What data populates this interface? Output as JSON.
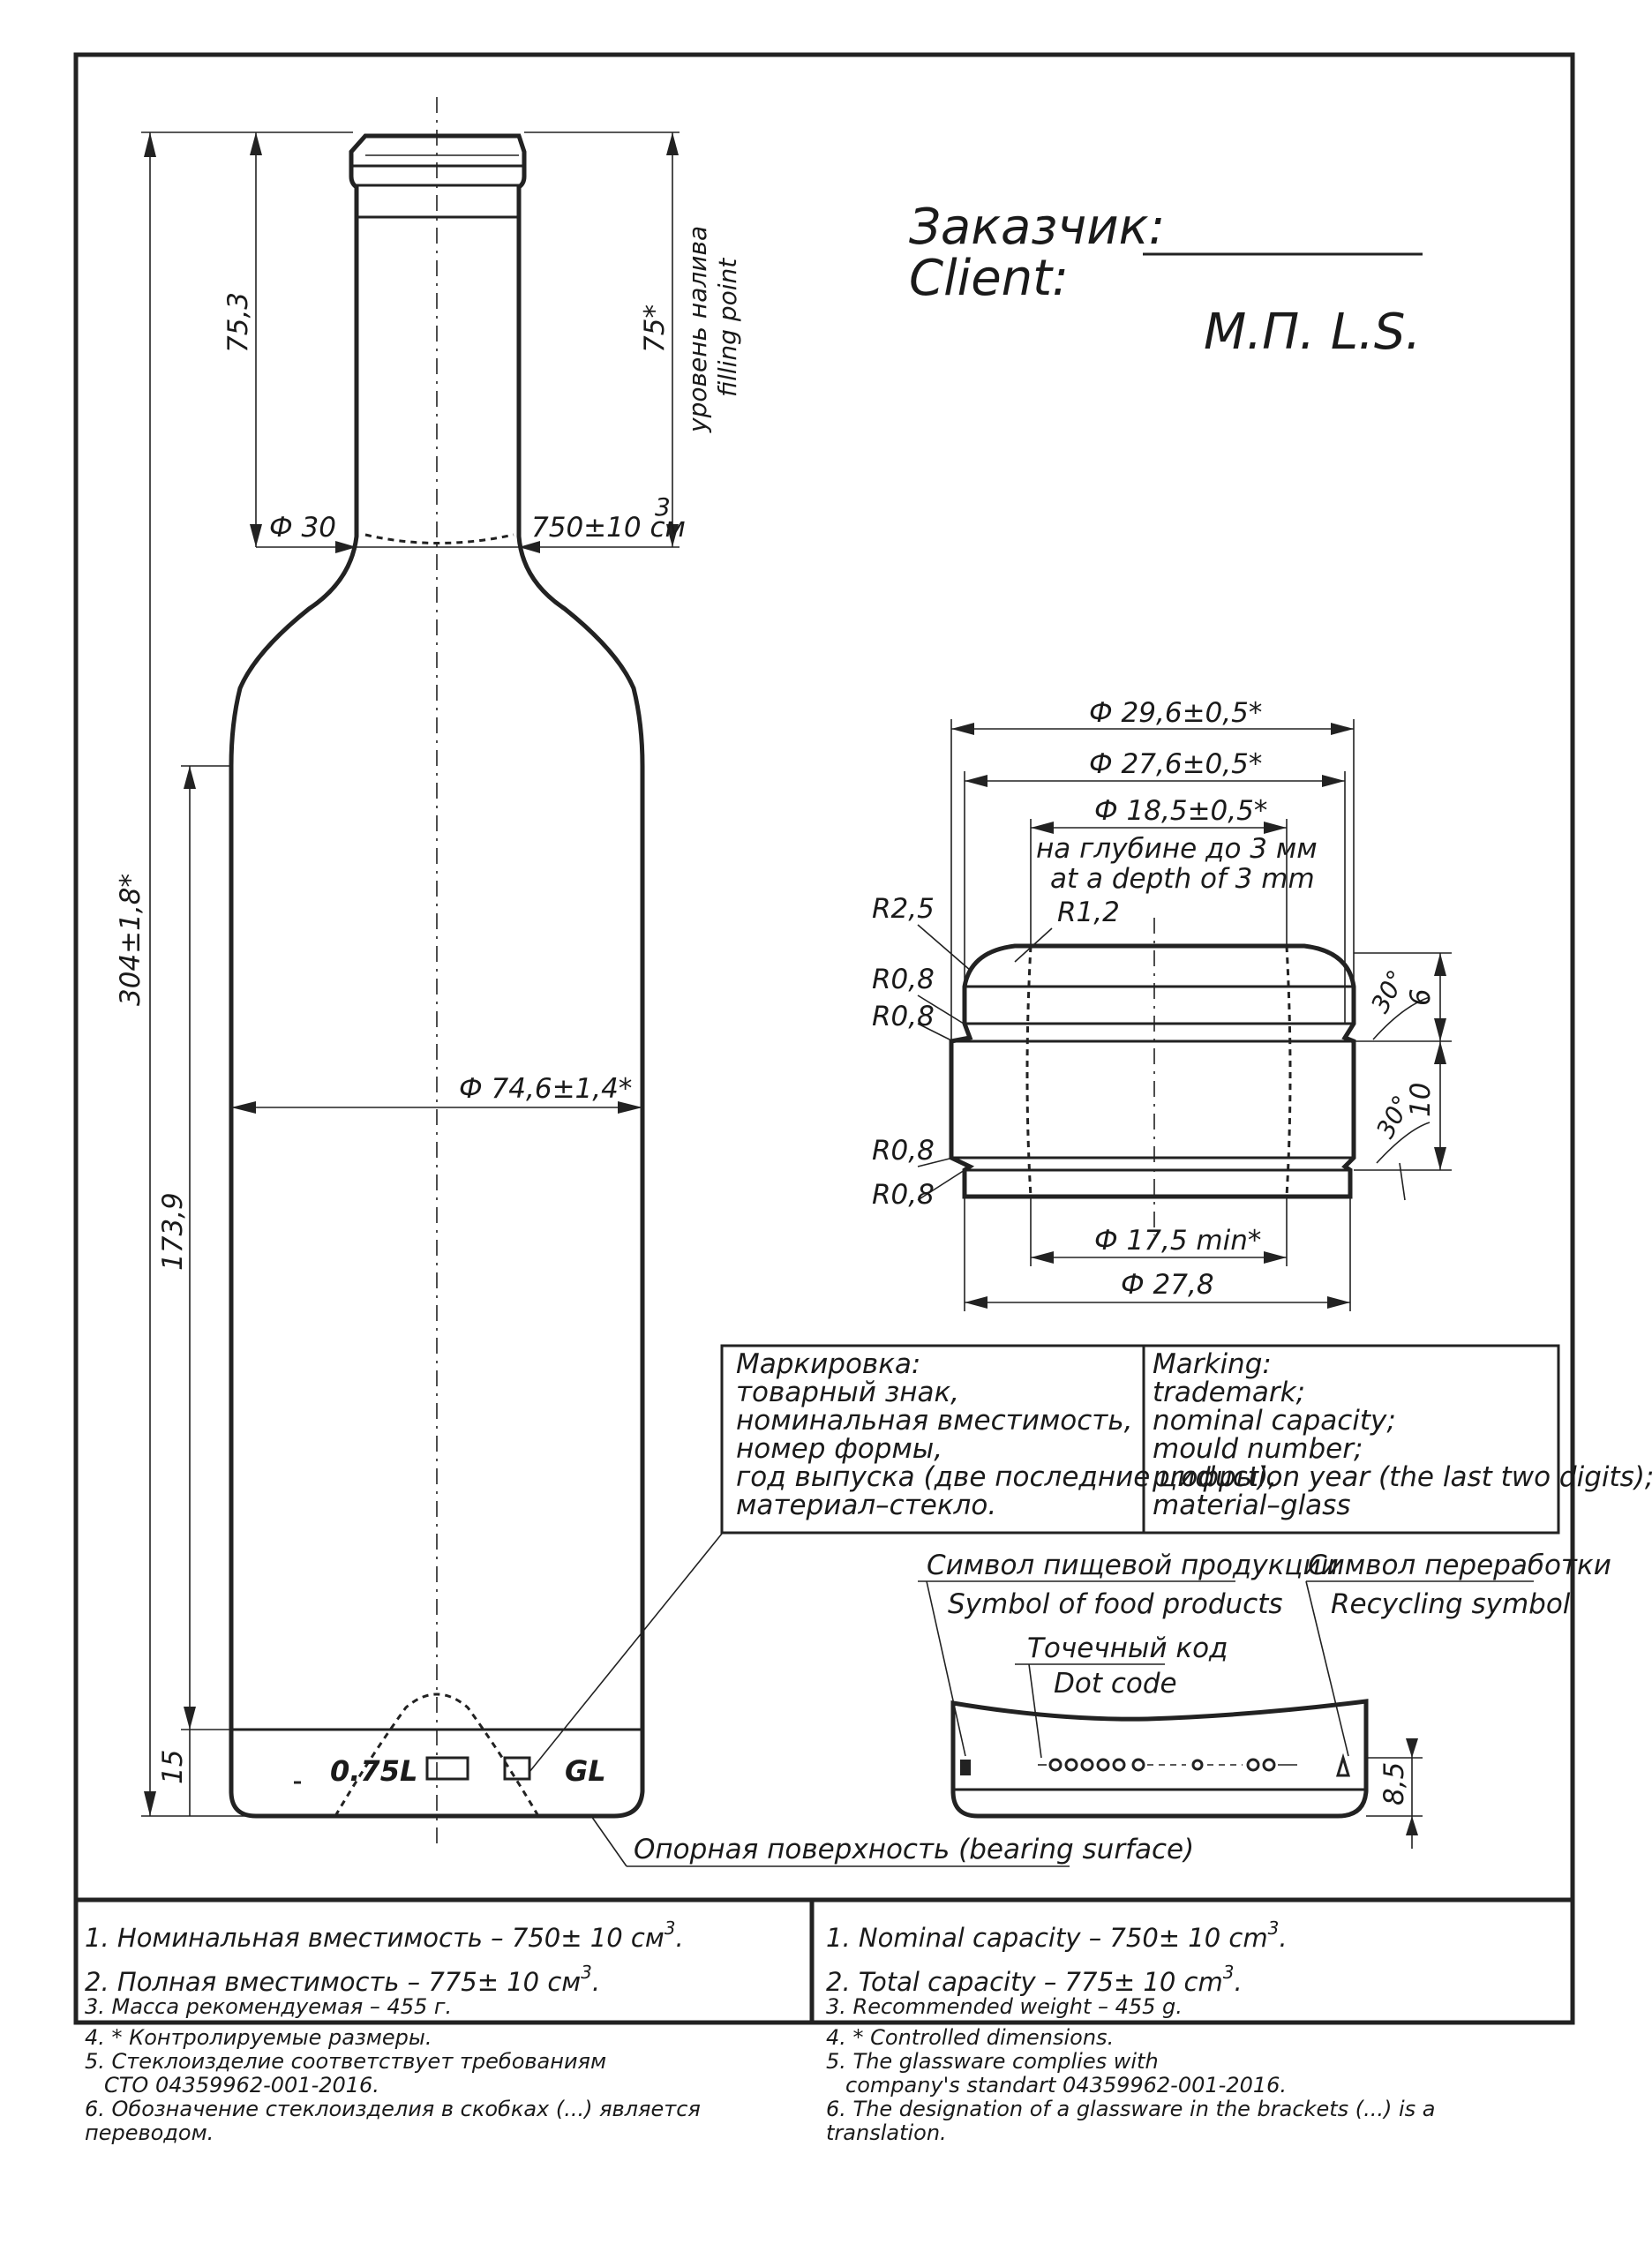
{
  "header": {
    "client_ru": "Заказчик:",
    "client_en": "Client:",
    "stamp": "М.П.  L.S."
  },
  "bottle": {
    "dim_total_height": "304±1,8*",
    "dim_neck_height": "75,3",
    "dim_fill_level": "75*",
    "fill_level_ru": "уровень налива",
    "fill_level_en": "filling point",
    "dim_neck_diameter": "Ф 30",
    "dim_volume": "750±10 см",
    "dim_volume_sup": "3",
    "dim_body_diameter": "Ф 74,6±1,4*",
    "dim_body_height": "173,9",
    "dim_base_height": "15",
    "base_mark_capacity": "0.75L",
    "base_mark_recycle": "GL",
    "bearing_surface": "Опорная поверхность (bearing surface)"
  },
  "finish": {
    "dim_d1": "Ф 29,6±0,5*",
    "dim_d2": "Ф 27,6±0,5*",
    "dim_d3": "Ф 18,5±0,5*",
    "depth_ru": "на глубине до 3 мм",
    "depth_en": "at a depth of 3 mm",
    "r1": "R2,5",
    "r2": "R1,2",
    "r3": "R0,8",
    "r4": "R0,8",
    "r5": "R0,8",
    "r6": "R0,8",
    "angle1": "30°",
    "angle2": "30°",
    "dim_h1": "6",
    "dim_h2": "10",
    "dim_bore_min": "Ф 17,5 min*",
    "dim_d4": "Ф 27,8"
  },
  "marking": {
    "ru": [
      "Маркировка:",
      "товарный знак,",
      "номинальная вместимость,",
      "номер формы,",
      "год выпуска (две последние цифры),",
      "материал–стекло."
    ],
    "en": [
      "Marking:",
      "trademark;",
      "nominal capacity;",
      "mould number;",
      "production year (the last two digits);",
      "material–glass"
    ]
  },
  "base_detail": {
    "food_ru": "Символ пищевой продукции",
    "food_en": "Symbol of food products",
    "recycle_ru": "Символ переработки",
    "recycle_en": "Recycling symbol",
    "dot_ru": "Точечный код",
    "dot_en": "Dot code",
    "dim_height": "8,5"
  },
  "notes_ru": {
    "n1": "1. Номинальная вместимость – 750± 10 см",
    "n2": "2. Полная вместимость – 775± 10 см",
    "n3": "3. Масса рекомендуемая – 455 г.",
    "n4": "4. * Контролируемые размеры.",
    "n5a": "5. Стеклоизделие соответствует требованиям",
    "n5b": "СТО 04359962-001-2016.",
    "n6": "6. Обозначение стеклоизделия в скобках (...) является переводом."
  },
  "notes_en": {
    "n1": "1. Nominal capacity – 750± 10 cm",
    "n2": "2. Total capacity – 775± 10 cm",
    "n3": "3. Recommended weight – 455 g.",
    "n4": "4. * Controlled dimensions.",
    "n5a": "5. The glassware complies with",
    "n5b": "company's standart 04359962-001-2016.",
    "n6": "6. The designation of a glassware in the brackets (...) is a translation."
  },
  "notes_sup": "3",
  "notes_dot": "."
}
